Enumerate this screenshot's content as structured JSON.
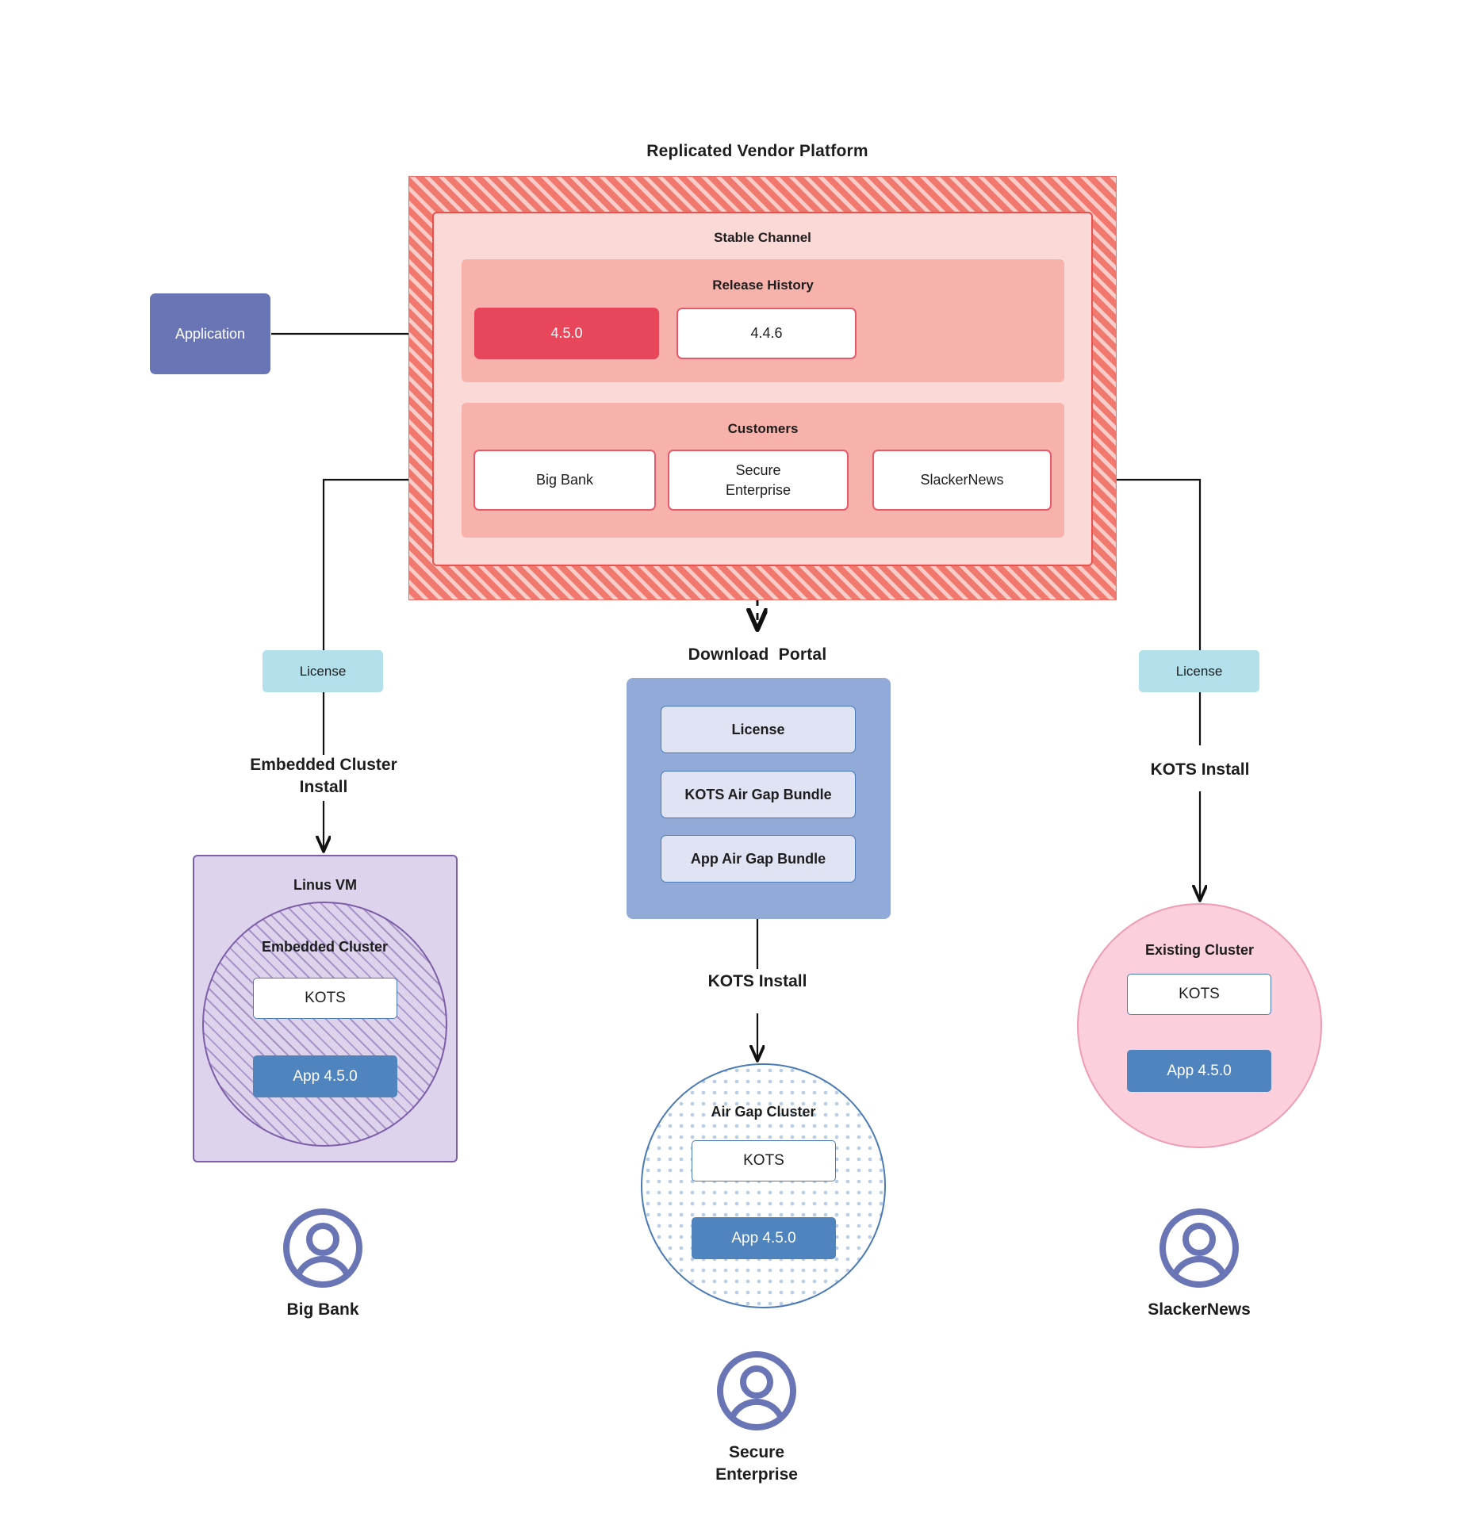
{
  "diagram": {
    "title": "Replicated Vendor Platform",
    "platform": {
      "channel_label": "Stable Channel",
      "release_history": {
        "label": "Release History",
        "releases": [
          {
            "version": "4.5.0",
            "state": "current"
          },
          {
            "version": "4.4.6",
            "state": "previous"
          }
        ]
      },
      "customers": {
        "label": "Customers",
        "items": [
          {
            "name": "Big Bank"
          },
          {
            "name": "Secure\nEnterprise"
          },
          {
            "name": "SlackerNews"
          }
        ]
      }
    },
    "application_node": {
      "label": "Application"
    },
    "license_left": {
      "label": "License"
    },
    "license_right": {
      "label": "License"
    },
    "download_portal": {
      "title": "Download  Portal",
      "items": [
        {
          "label": "License"
        },
        {
          "label": "KOTS Air Gap Bundle"
        },
        {
          "label": "App Air Gap Bundle"
        }
      ]
    },
    "flows": {
      "left_install": "Embedded Cluster\nInstall",
      "center_install": "KOTS Install",
      "right_install": "KOTS Install"
    },
    "targets": {
      "left": {
        "outer_label": "Linus VM",
        "cluster_label": "Embedded Cluster",
        "kots_label": "KOTS",
        "app_label": "App 4.5.0",
        "customer_name": "Big Bank",
        "avatar": "user-avatar-icon"
      },
      "center": {
        "cluster_label": "Air Gap Cluster",
        "kots_label": "KOTS",
        "app_label": "App 4.5.0",
        "customer_name": "Secure\nEnterprise",
        "avatar": "user-avatar-icon"
      },
      "right": {
        "cluster_label": "Existing Cluster",
        "kots_label": "KOTS",
        "app_label": "App 4.5.0",
        "customer_name": "SlackerNews",
        "avatar": "user-avatar-icon"
      }
    },
    "colors": {
      "platform_red": "#f1786f",
      "channel_pink": "#fbd9d6",
      "band_pink": "#f7b2ab",
      "release_current": "#e8465a",
      "application_purple": "#6a75b5",
      "license_cyan": "#b3e0ea",
      "portal_blue": "#92aad8",
      "portal_item_blue": "#dfe3f4",
      "vm_purple": "#ddd3ec",
      "vm_border": "#7b5ea7",
      "airgap_border": "#4a7ab5",
      "existing_pink": "#fbcfdb",
      "app_box_blue": "#5084bf"
    }
  }
}
